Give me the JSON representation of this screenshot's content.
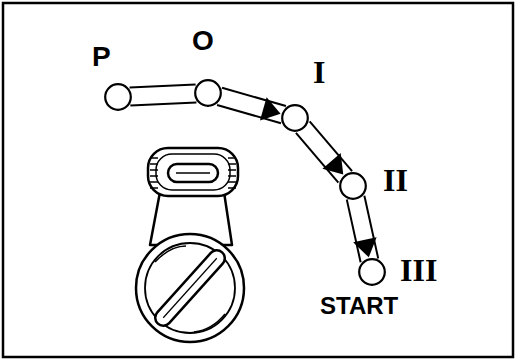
{
  "diagram": {
    "nodes": [
      {
        "text": [
          "P"
        ]
      },
      {
        "text": [
          "O"
        ]
      },
      {
        "text": [
          "I"
        ]
      },
      {
        "text": [
          "II"
        ]
      },
      {
        "text": [
          "III",
          "START"
        ]
      }
    ],
    "edges": [
      {
        "from": 0,
        "to": 1,
        "arrow": "none"
      },
      {
        "from": 1,
        "to": 2,
        "arrow": "to"
      },
      {
        "from": 2,
        "to": 3,
        "arrow": "to"
      },
      {
        "from": 3,
        "to": 4,
        "arrow": "to"
      }
    ]
  }
}
